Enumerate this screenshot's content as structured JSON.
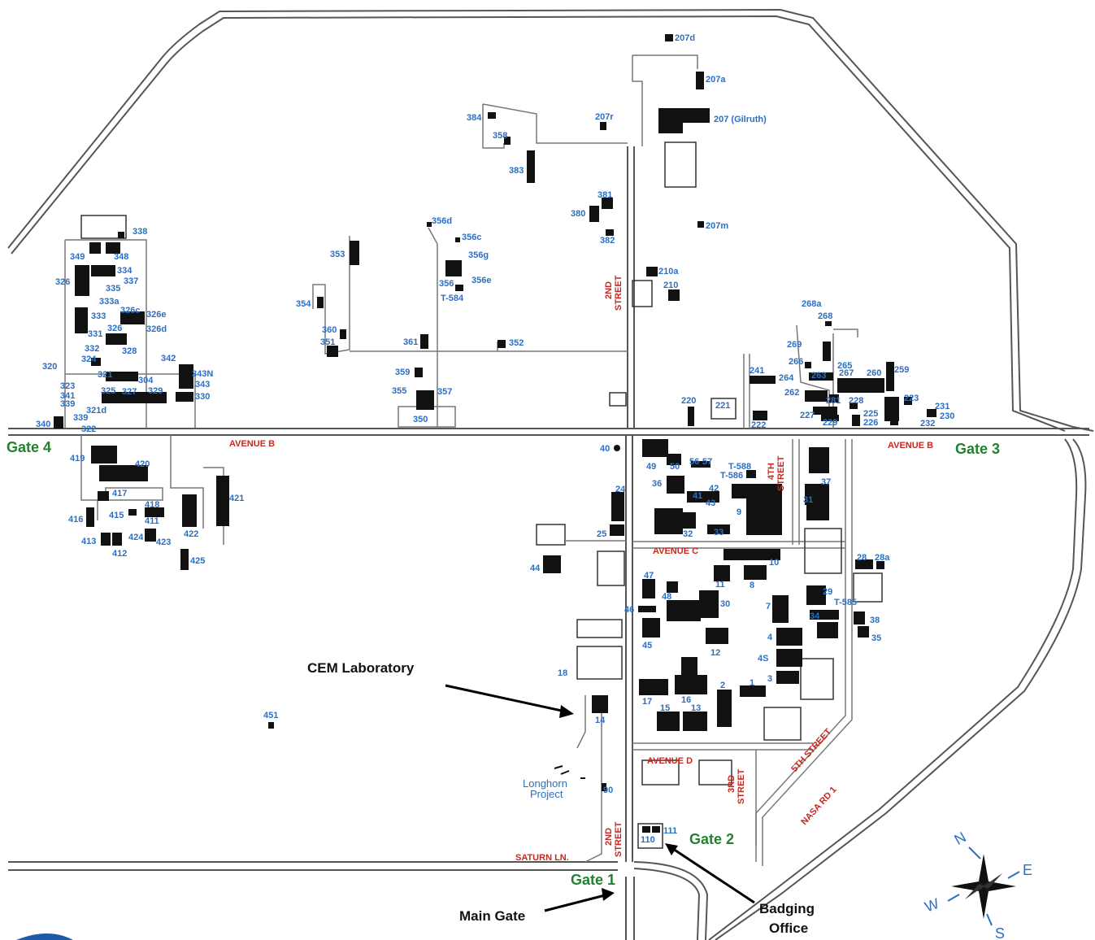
{
  "gates": {
    "gate1": "Gate 1",
    "gate2": "Gate 2",
    "gate3": "Gate 3",
    "gate4": "Gate 4"
  },
  "annotations": {
    "cem_laboratory": "CEM Laboratory",
    "main_gate": "Main Gate",
    "badging_office_line1": "Badging",
    "badging_office_line2": "Office"
  },
  "project": {
    "line1": "Longhorn",
    "line2": "Project"
  },
  "streets": {
    "avenue_b_west": "AVENUE B",
    "avenue_b_east": "AVENUE B",
    "avenue_c": "AVENUE C",
    "avenue_d": "AVENUE D",
    "second_street_north_a": "2ND",
    "second_street_north_b": "STREET",
    "second_street_south_a": "2ND",
    "second_street_south_b": "STREET",
    "fourth_street_a": "4TH",
    "fourth_street_b": "STREET",
    "third_street_a": "3RD",
    "third_street_b": "STREET",
    "fifth_street": "5TH STREET",
    "nasa_rd_1": "NASA RD 1",
    "saturn_ln": "SATURN LN."
  },
  "compass": {
    "n": "N",
    "e": "E",
    "s": "S",
    "w": "W"
  },
  "buildings": {
    "north": [
      "207d",
      "207a",
      "207r",
      "207 (Gilruth)",
      "207m",
      "384",
      "358",
      "383",
      "381",
      "380",
      "382",
      "210a",
      "210"
    ],
    "mid_north": [
      "356d",
      "356c",
      "356g",
      "356",
      "356e",
      "T-584",
      "353",
      "354",
      "360",
      "351",
      "361",
      "352",
      "359",
      "355",
      "357",
      "350"
    ],
    "west_north": [
      "338",
      "349",
      "348",
      "334",
      "326",
      "337",
      "335",
      "333a",
      "326c",
      "326e",
      "333",
      "331",
      "326d",
      "332",
      "328",
      "324",
      "342",
      "320",
      "343N",
      "321",
      "304",
      "343",
      "323",
      "341",
      "325",
      "327",
      "329",
      "330",
      "339",
      "321d",
      "340",
      "322"
    ],
    "west_south": [
      "419",
      "420",
      "417",
      "421",
      "416",
      "415",
      "418",
      "411",
      "413",
      "412",
      "424",
      "423",
      "422",
      "425",
      "451"
    ],
    "east_north": [
      "268a",
      "268",
      "269",
      "266",
      "265",
      "263",
      "267",
      "260",
      "259",
      "241",
      "264",
      "262",
      "281",
      "228",
      "223",
      "231",
      "220",
      "221",
      "227",
      "229",
      "225",
      "226",
      "230",
      "222",
      "232"
    ],
    "center": [
      "40",
      "49",
      "50",
      "56",
      "57",
      "T-588",
      "T-586",
      "36",
      "24",
      "41",
      "42",
      "9",
      "43",
      "31",
      "37",
      "32",
      "25",
      "33",
      "44",
      "28",
      "28a",
      "10",
      "47",
      "8",
      "11",
      "48",
      "29",
      "T-585",
      "46",
      "30",
      "7",
      "34",
      "4",
      "38",
      "45",
      "35",
      "12",
      "4S",
      "18",
      "1",
      "3",
      "2",
      "17",
      "16",
      "14",
      "15",
      "13",
      "90",
      "110",
      "111"
    ]
  }
}
